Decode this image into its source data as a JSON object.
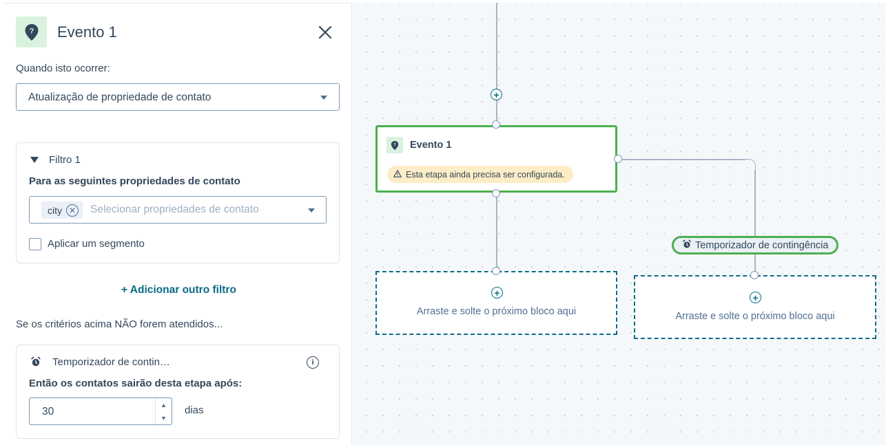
{
  "panel": {
    "title": "Evento 1",
    "when_label": "Quando isto ocorrer:",
    "trigger_value": "Atualização de propriedade de contato",
    "filter": {
      "title": "Filtro 1",
      "props_label": "Para as seguintes propriedades de contato",
      "chip": "city",
      "placeholder": "Selecionar propriedades de contato",
      "segment_label": "Aplicar um segmento"
    },
    "add_filter": "+ Adicionar outro filtro",
    "not_met_label": "Se os critérios acima NÃO forem atendidos...",
    "timer": {
      "title": "Temporizador de contin…",
      "exit_label": "Então os contatos sairão desta etapa após:",
      "value": "30",
      "unit": "dias"
    }
  },
  "canvas": {
    "node_title": "Evento 1",
    "warning": "Esta etapa ainda precisa ser configurada.",
    "drop_text_1": "Arraste e solte o próximo bloco aqui",
    "drop_text_2": "Arraste e solte o próximo bloco aqui",
    "timer_tag": "Temporizador de contingência"
  },
  "colors": {
    "accent_green": "#4caf50",
    "link_teal": "#0b6b87",
    "warning_bg": "#fdedc6",
    "icon_bg": "#d9f2de"
  },
  "icons": [
    "map-pin-icon",
    "close-icon",
    "filter-icon",
    "chevron-down-icon",
    "alarm-clock-icon",
    "info-icon",
    "warning-icon",
    "plus-circle-icon"
  ]
}
